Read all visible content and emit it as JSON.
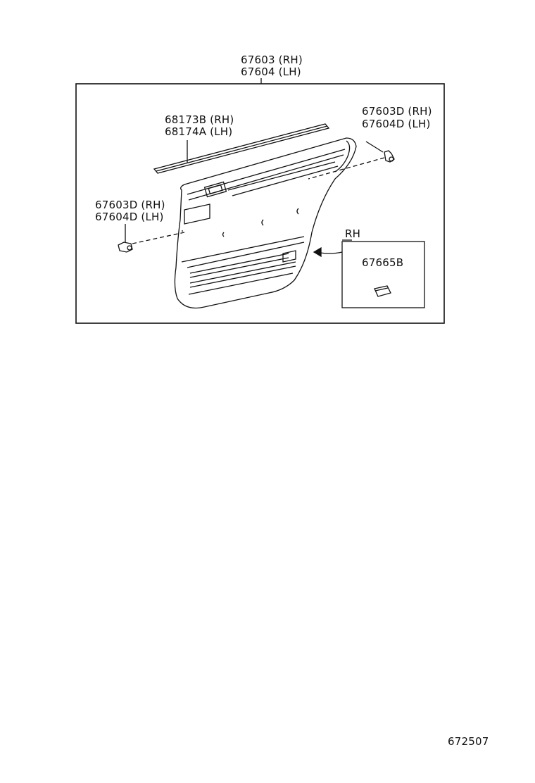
{
  "labels": {
    "main_rh": "67603 (RH)",
    "main_lh": "67604 (LH)",
    "weatherstrip_rh": "68173B (RH)",
    "weatherstrip_lh": "68174A (LH)",
    "clip_right_rh": "67603D (RH)",
    "clip_right_lh": "67604D (LH)",
    "clip_left_rh": "67603D (RH)",
    "clip_left_lh": "67604D (LH)",
    "inset_side": "RH",
    "inset_part": "67665B",
    "figure_id": "672507"
  },
  "colors": {
    "line": "#111111",
    "background": "#ffffff"
  }
}
